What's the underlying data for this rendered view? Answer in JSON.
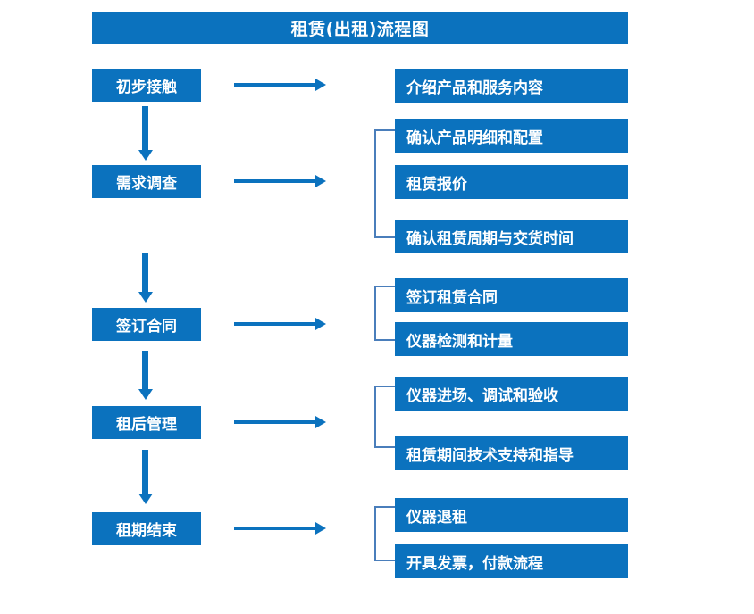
{
  "diagram": {
    "title": "租赁(出租)流程图",
    "colors": {
      "box_fill": "#0B72BE",
      "box_text": "#FFFFFF",
      "arrow": "#0B72BE",
      "bracket": "#4A7EBB",
      "background": "#FFFFFF"
    },
    "stages": [
      {
        "label": "初步接触"
      },
      {
        "label": "需求调查"
      },
      {
        "label": "签订合同"
      },
      {
        "label": "租后管理"
      },
      {
        "label": "租期结束"
      }
    ],
    "details": [
      {
        "label": "介绍产品和服务内容"
      },
      {
        "label": "确认产品明细和配置"
      },
      {
        "label": "租赁报价"
      },
      {
        "label": "确认租赁周期与交货时间"
      },
      {
        "label": "签订租赁合同"
      },
      {
        "label": "仪器检测和计量"
      },
      {
        "label": "仪器进场、调试和验收"
      },
      {
        "label": "租赁期间技术支持和指导"
      },
      {
        "label": "仪器退租"
      },
      {
        "label": "开具发票，付款流程"
      }
    ]
  }
}
